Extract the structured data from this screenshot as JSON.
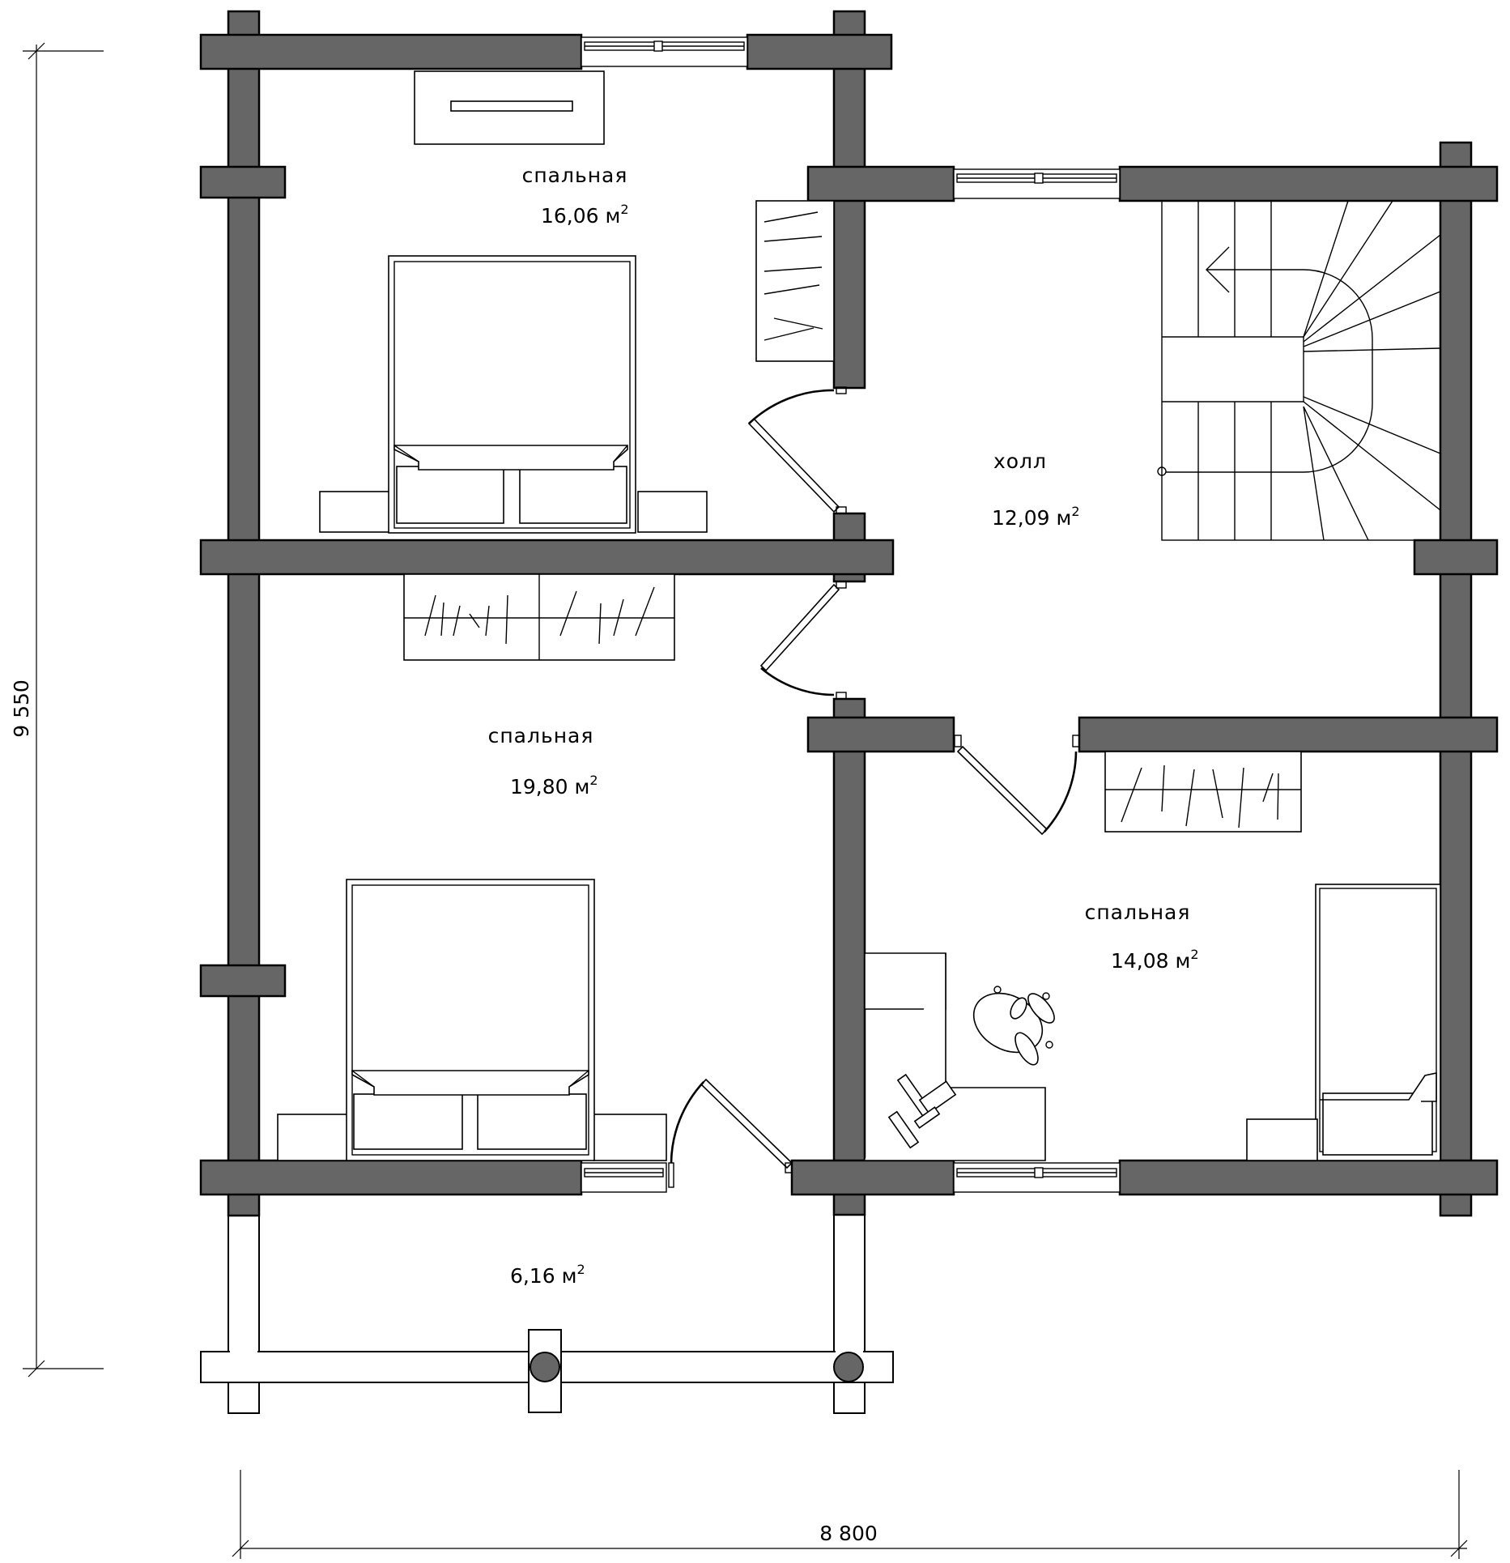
{
  "dimensions": {
    "overall_height": "9 550",
    "overall_width": "8 800"
  },
  "rooms": [
    {
      "id": "bedroom-top",
      "label": "спальная",
      "area": "16,06 м",
      "unit_sup": "2"
    },
    {
      "id": "hall",
      "label": "холл",
      "area": "12,09 м",
      "unit_sup": "2"
    },
    {
      "id": "bedroom-middle",
      "label": "спальная",
      "area": "19,80 м",
      "unit_sup": "2"
    },
    {
      "id": "bedroom-right",
      "label": "спальная",
      "area": "14,08 м",
      "unit_sup": "2"
    },
    {
      "id": "terrace",
      "label": "",
      "area": "6,16 м",
      "unit_sup": "2"
    }
  ],
  "colors": {
    "wall": "#666666",
    "line": "#000000",
    "background": "#ffffff"
  }
}
